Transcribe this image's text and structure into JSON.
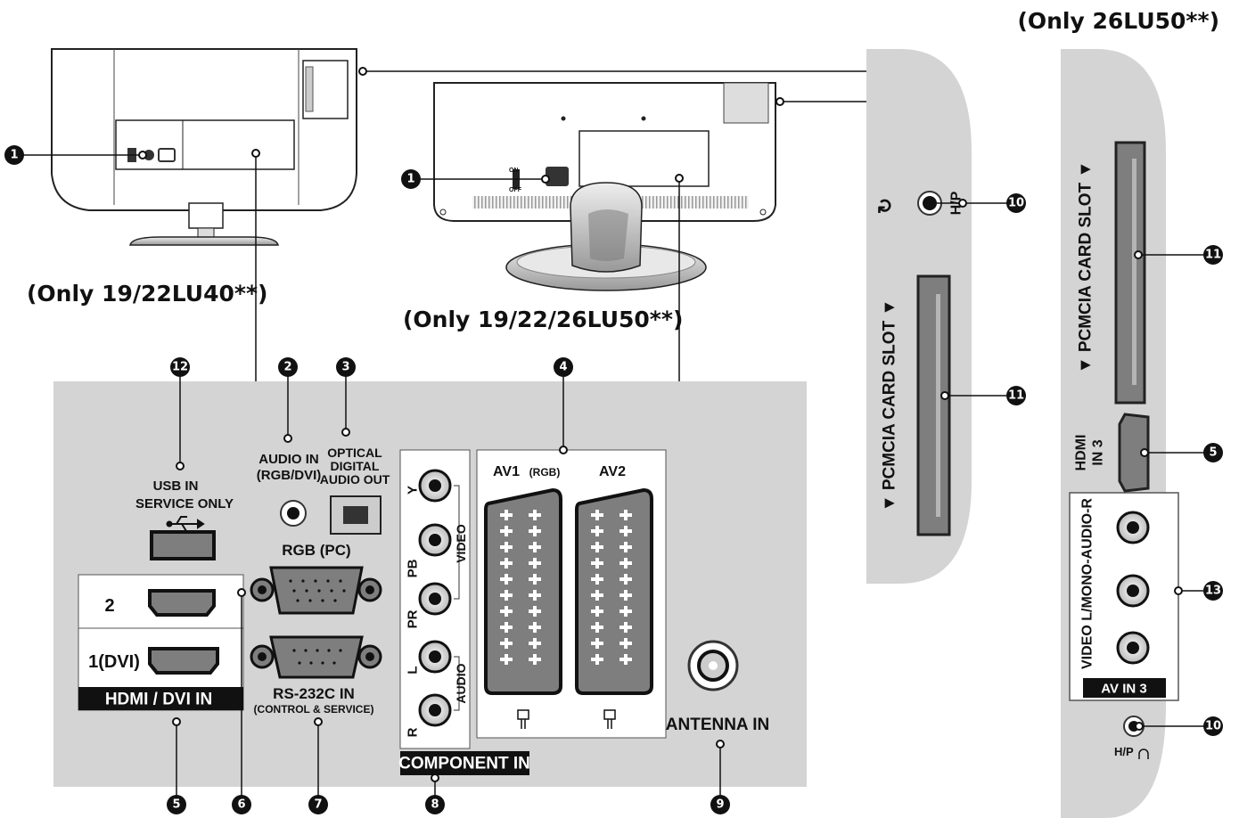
{
  "captions": {
    "model_26lu50": "(Only 26LU50**)",
    "model_1922lu40": "(Only 19/22LU40**)",
    "model_192226lu50": "(Only 19/22/26LU50**)"
  },
  "tv_rear": {
    "switch_on": "ON",
    "switch_off": "OFF"
  },
  "side_panel": {
    "hp": "H/P",
    "pcmcia": "▼ PCMCIA CARD SLOT ▼"
  },
  "right_panel": {
    "pcmcia": "▼ PCMCIA CARD SLOT ▼",
    "hdmi_in3_line1": "HDMI",
    "hdmi_in3_line2": "IN 3",
    "video_audio_label": "VIDEO L/MONO-AUDIO-R",
    "av_in3": "AV IN 3",
    "hp": "H/P"
  },
  "back_panel": {
    "usb_line1": "USB IN",
    "usb_line2": "SERVICE ONLY",
    "audio_in_line1": "AUDIO IN",
    "audio_in_line2": "(RGB/DVI)",
    "optical_line1": "OPTICAL",
    "optical_line2": "DIGITAL",
    "optical_line3": "AUDIO OUT",
    "rgb_pc": "RGB (PC)",
    "hdmi2": "2",
    "hdmi1": "1(DVI)",
    "hdmi_dvi_in": "HDMI / DVI IN",
    "rs232_line1": "RS-232C IN",
    "rs232_line2": "(CONTROL & SERVICE)",
    "y": "Y",
    "pb": "PB",
    "pr": "PR",
    "l": "L",
    "r": "R",
    "video": "VIDEO",
    "audio": "AUDIO",
    "component_in": "COMPONENT IN",
    "av1": "AV1",
    "av1_rgb": "(RGB)",
    "av2": "AV2",
    "antenna_in": "ANTENNA IN"
  },
  "callouts": {
    "n1": "1",
    "n2": "2",
    "n3": "3",
    "n4": "4",
    "n5": "5",
    "n6": "6",
    "n7": "7",
    "n8": "8",
    "n9": "9",
    "n10": "10",
    "n11": "11",
    "n12": "12",
    "n13": "13"
  },
  "colors": {
    "panel": "#d4d4d4",
    "connector": "#7e7e7e",
    "dark": "#111111"
  }
}
